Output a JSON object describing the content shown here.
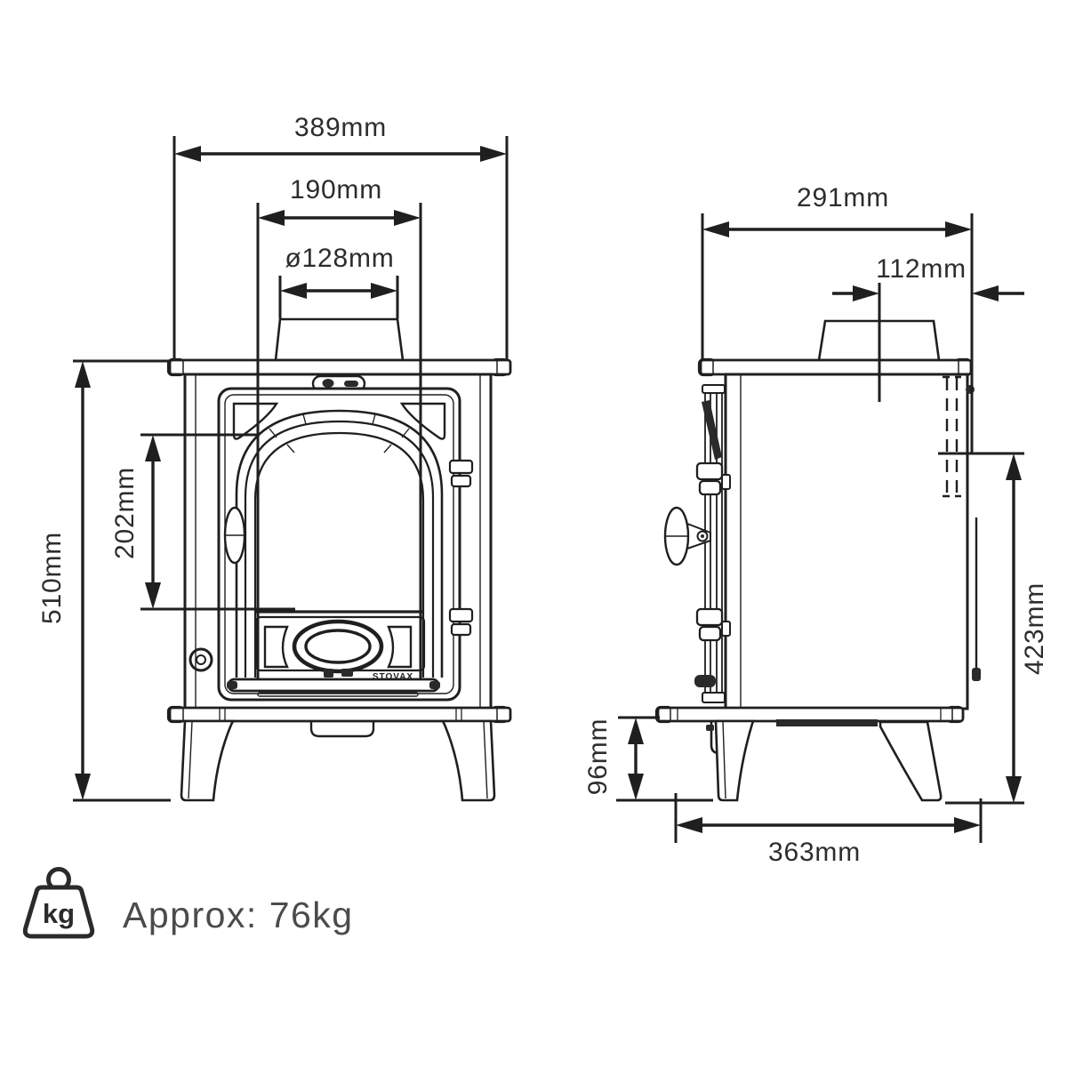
{
  "diagram": {
    "front_view": {
      "overall_width": "389mm",
      "door_glass_width": "190mm",
      "flue_diameter": "ø128mm",
      "overall_height": "510mm",
      "door_glass_height": "202mm"
    },
    "side_view": {
      "top_depth": "291mm",
      "flue_centre_to_rear": "112mm",
      "rear_flue_height": "423mm",
      "base_clearance_height": "96mm",
      "base_depth": "363mm"
    },
    "branding": {
      "logo": "STOVAX"
    },
    "weight": {
      "unit_badge": "kg",
      "approx_text": "Approx: 76kg"
    }
  }
}
